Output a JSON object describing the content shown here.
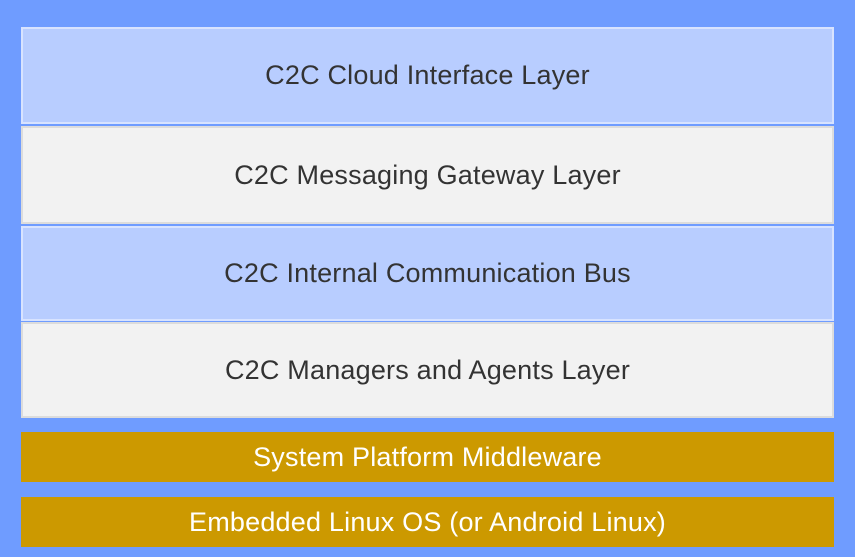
{
  "diagram": {
    "layers": [
      {
        "label": "C2C Cloud Interface Layer",
        "color": "#b8cdff"
      },
      {
        "label": "C2C Messaging Gateway Layer",
        "color": "#f2f2f2"
      },
      {
        "label": "C2C Internal Communication Bus",
        "color": "#b8cdff"
      },
      {
        "label": "C2C Managers and Agents Layer",
        "color": "#f2f2f2"
      },
      {
        "label": "System Platform Middleware",
        "color": "#cc9900"
      },
      {
        "label": "Embedded Linux OS (or Android Linux)",
        "color": "#cc9900"
      }
    ],
    "background": "#6f9cff"
  }
}
